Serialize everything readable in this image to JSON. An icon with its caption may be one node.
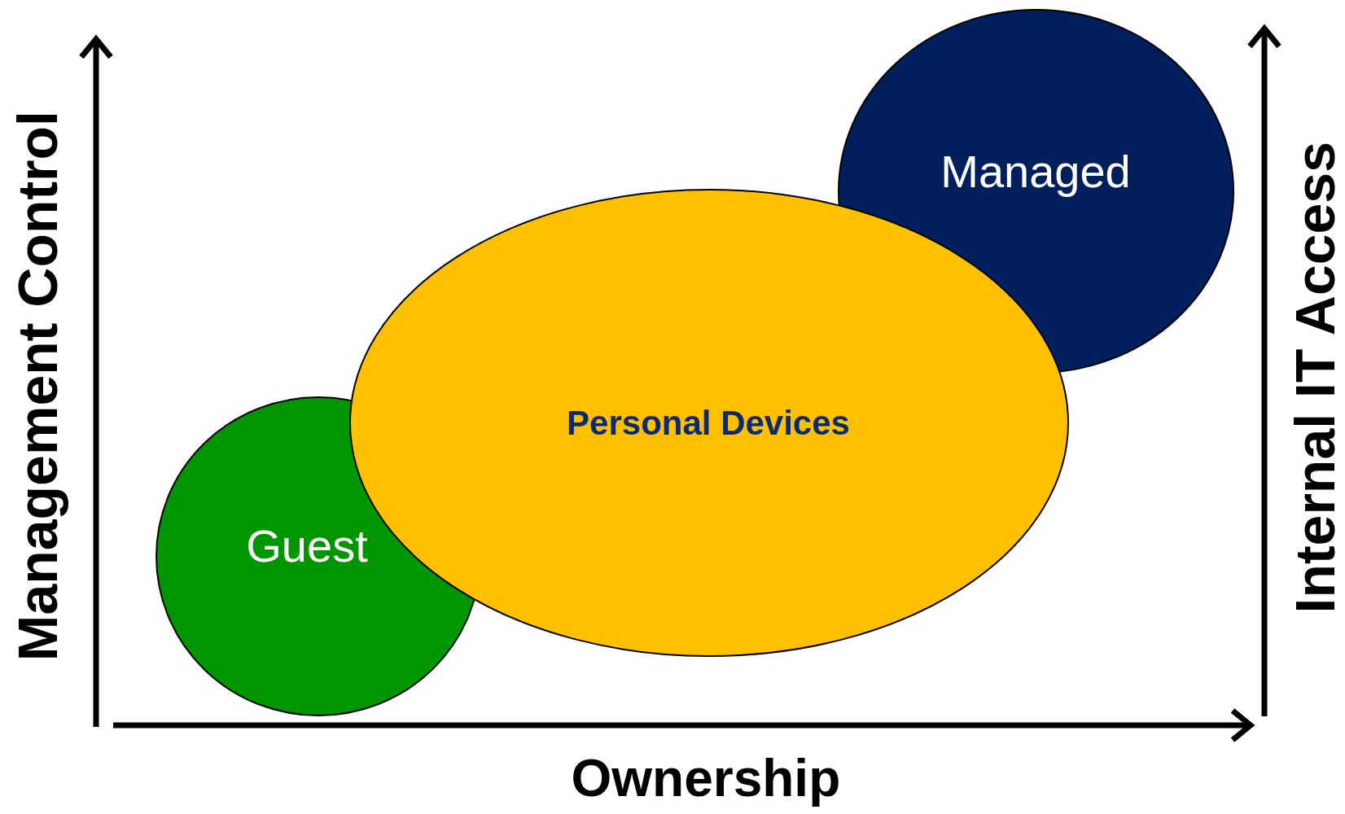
{
  "diagram": {
    "nodes": [
      {
        "text": [
          "Guest"
        ]
      },
      {
        "text": [
          "Personal Devices"
        ]
      },
      {
        "text": [
          "Managed"
        ]
      }
    ],
    "labels": [
      "Management Control",
      "Ownership",
      "Internal IT Access"
    ]
  }
}
